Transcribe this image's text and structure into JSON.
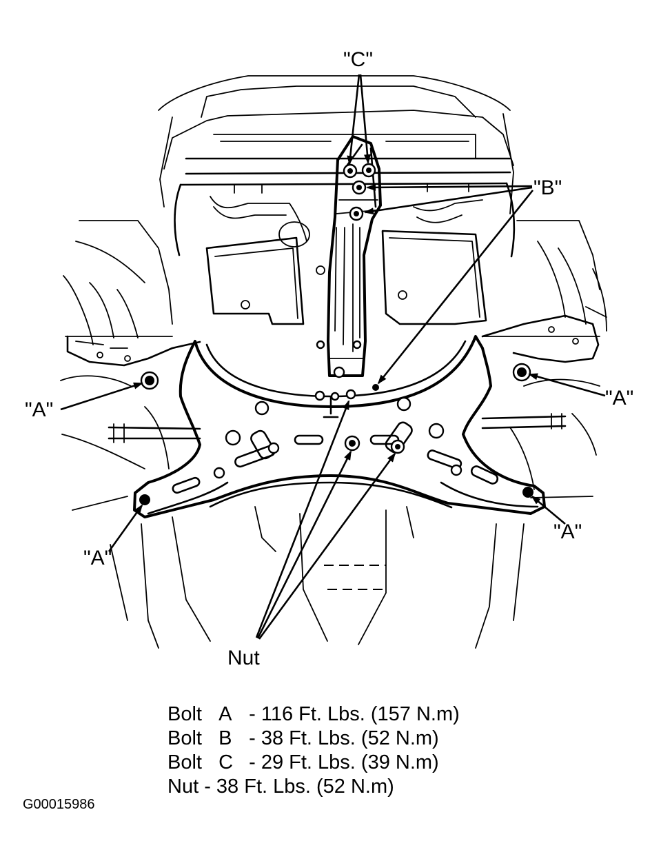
{
  "callouts": {
    "c": "\"C\"",
    "b": "\"B\"",
    "a_left_upper": "\"A\"",
    "a_right_upper": "\"A\"",
    "a_left_lower": "\"A\"",
    "a_right_lower": "\"A\"",
    "nut": "Nut"
  },
  "legend": [
    {
      "word": "Bolt",
      "letter": "A",
      "spec": "- 116 Ft. Lbs. (157 N.m)"
    },
    {
      "word": "Bolt",
      "letter": "B",
      "spec": "- 38 Ft. Lbs. (52 N.m)"
    },
    {
      "word": "Bolt",
      "letter": "C",
      "spec": "- 29 Ft. Lbs. (39 N.m)"
    },
    {
      "word": "Nut",
      "letter": "",
      "spec": "- 38 Ft. Lbs. (52 N.m)"
    }
  ],
  "figure_id": "G00015986"
}
